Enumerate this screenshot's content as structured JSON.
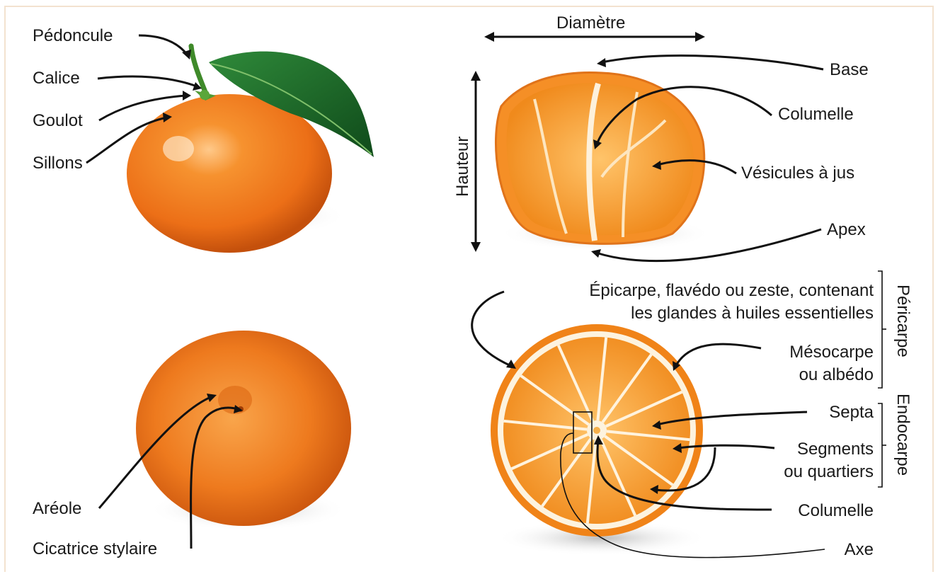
{
  "labels": {
    "pedoncule": "Pédoncule",
    "calice": "Calice",
    "goulot": "Goulot",
    "sillons": "Sillons",
    "areole": "Aréole",
    "cicatrice": "Cicatrice stylaire",
    "diametre": "Diamètre",
    "hauteur": "Hauteur",
    "base": "Base",
    "columelle_top": "Columelle",
    "vesicules": "Vésicules à jus",
    "apex": "Apex",
    "epicarpe_line1": "Épicarpe, flavédo ou zeste, contenant",
    "epicarpe_line2": "les glandes à huiles essentielles",
    "mesocarpe_line1": "Mésocarpe",
    "mesocarpe_line2": "ou albédo",
    "septa": "Septa",
    "segments_line1": "Segments",
    "segments_line2": "ou quartiers",
    "columelle_bottom": "Columelle",
    "axe": "Axe",
    "pericarpe": "Péricarpe",
    "endocarpe": "Endocarpe"
  },
  "colors": {
    "peel": "#f07a1a",
    "peel_dark": "#c9510a",
    "pulp": "#f7a12f",
    "pith": "#fbe9c8",
    "leaf": "#1f6b2a",
    "arrow": "#111111"
  }
}
